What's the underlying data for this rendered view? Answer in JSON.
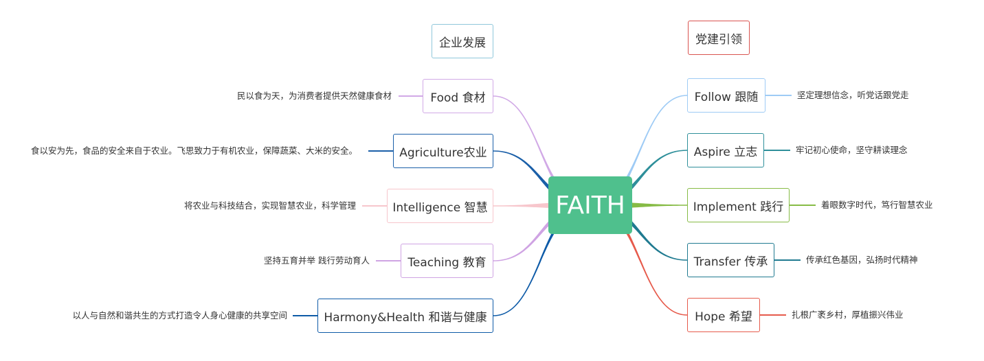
{
  "center": {
    "label": "FAITH",
    "color": "#4fc08d"
  },
  "headers": {
    "left": {
      "label": "企业发展",
      "color": "#8fc7db"
    },
    "right": {
      "label": "党建引领",
      "color": "#d9534f"
    }
  },
  "left_branches": [
    {
      "label": "Food 食材",
      "desc": "民以食为天，为消费者提供天然健康食材",
      "color": "#d1a9e6"
    },
    {
      "label": "Agriculture农业",
      "desc": "食以安为先，食品的安全来自于农业。飞思致力于有机农业，保障蔬菜、大米的安全。",
      "color": "#1a5fa8"
    },
    {
      "label": "Intelligence 智慧",
      "desc": "将农业与科技结合，实现智慧农业，科学管理",
      "color": "#f7c6cc"
    },
    {
      "label": "Teaching 教育",
      "desc": "坚持五育并举 践行劳动育人",
      "color": "#cfa3e3"
    },
    {
      "label": "Harmony&Health 和谐与健康",
      "desc": "以人与自然和谐共生的方式打造令人身心健康的共享空间",
      "color": "#0d5aa7"
    }
  ],
  "right_branches": [
    {
      "label": "Follow 跟随",
      "desc": "坚定理想信念，听党话跟党走",
      "color": "#9ecbf5"
    },
    {
      "label": "Aspire 立志",
      "desc": "牢记初心使命，坚守耕读理念",
      "color": "#2e8f9a"
    },
    {
      "label": "Implement 践行",
      "desc": "着眼数字时代，笃行智慧农业",
      "color": "#86bb45"
    },
    {
      "label": "Transfer 传承",
      "desc": "传承红色基因，弘扬时代精神",
      "color": "#1f7a90"
    },
    {
      "label": "Hope 希望",
      "desc": "扎根广袤乡村，厚植振兴伟业",
      "color": "#e65a4b"
    }
  ]
}
